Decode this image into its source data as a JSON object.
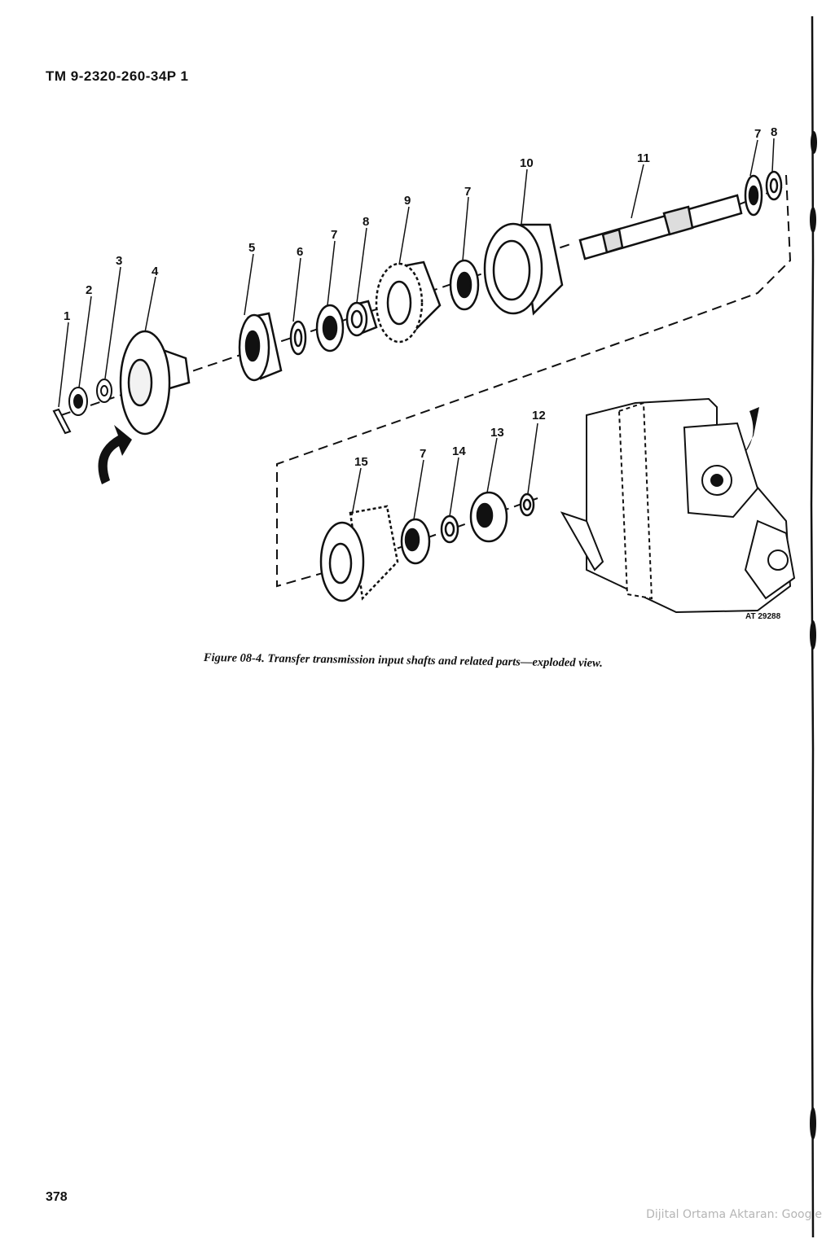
{
  "header": {
    "doc_number": "TM 9-2320-260-34P   1"
  },
  "figure": {
    "caption": "Figure 08-4. Transfer transmission input shafts and related parts—exploded view.",
    "figure_code": "AT 29288",
    "callouts": [
      "1",
      "2",
      "3",
      "4",
      "5",
      "6",
      "7",
      "8",
      "9",
      "7",
      "10",
      "11",
      "7",
      "8",
      "12",
      "13",
      "14",
      "7",
      "15"
    ]
  },
  "page_number": "378",
  "watermark": "Dijital Ortama Aktaran: Google"
}
